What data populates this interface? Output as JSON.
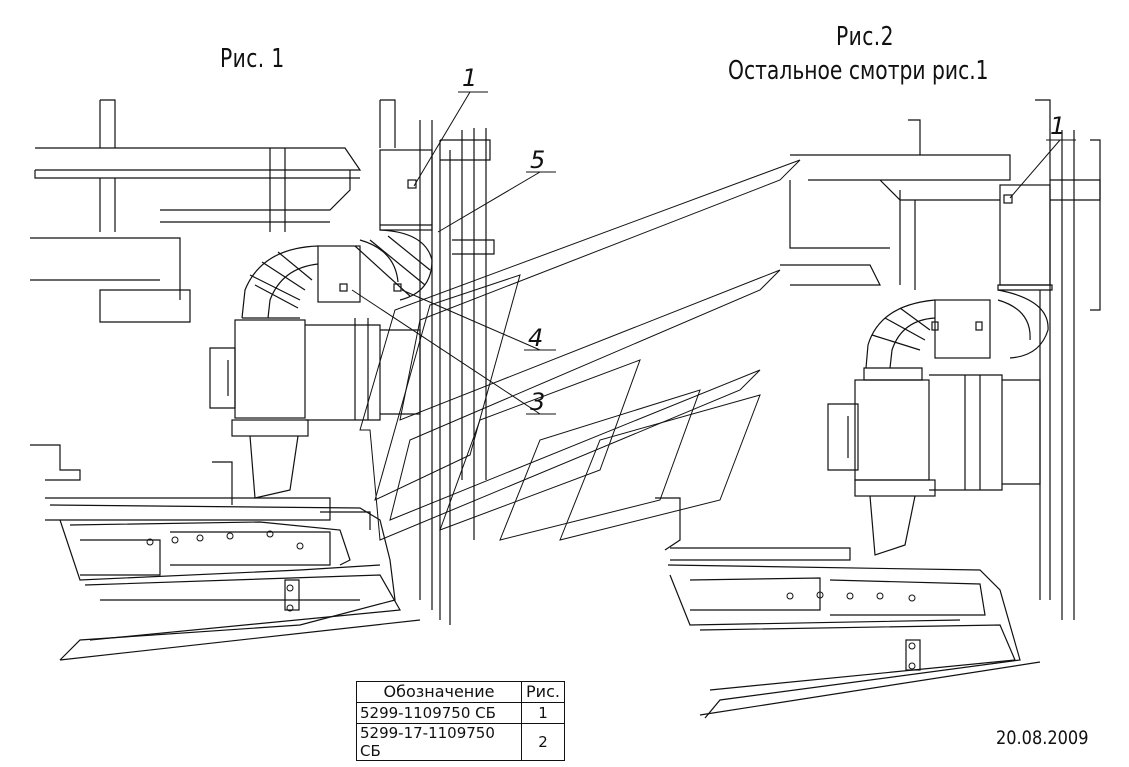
{
  "figures": {
    "fig1": {
      "title": "Рис. 1"
    },
    "fig2": {
      "title": "Рис.2",
      "subtitle": "Остальное смотри рис.1"
    }
  },
  "callouts": {
    "fig1": [
      "1",
      "5",
      "4",
      "3"
    ],
    "fig2": [
      "1"
    ]
  },
  "spec_table": {
    "headers": [
      "Обозначение",
      "Рис."
    ],
    "rows": [
      {
        "code": "5299-1109750 СБ",
        "fig": "1"
      },
      {
        "code": "5299-17-1109750 СБ",
        "fig": "2"
      }
    ]
  },
  "date": "20.08.2009",
  "colors": {
    "line": "#111111",
    "background": "#ffffff"
  }
}
